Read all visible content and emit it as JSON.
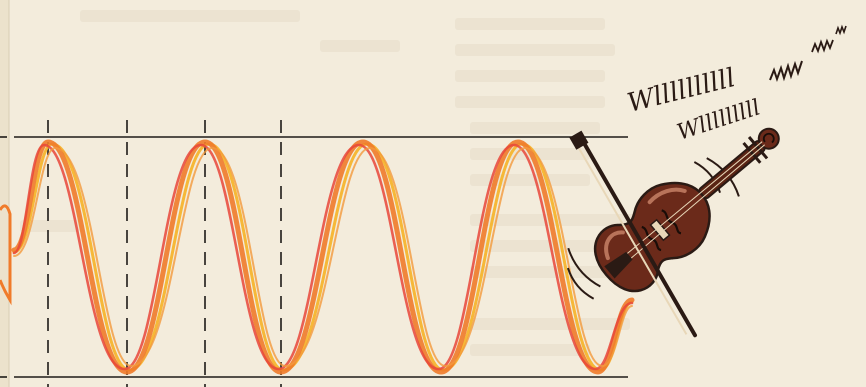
{
  "colors": {
    "paper": "#f3ecdc",
    "ghost_text": "#e6dcc9",
    "guide_line": "#1e1b18",
    "wave_orange": "#f07b2a",
    "wave_red": "#e8463a",
    "wave_yellow": "#f5b52e",
    "violin_body": "#6b2a1a",
    "violin_highlight": "#b8735a",
    "ink": "#2a1a14"
  },
  "illustration": {
    "subject": "violin",
    "sound_text": [
      "Wllllllllll",
      "Wlllllllll"
    ]
  }
}
